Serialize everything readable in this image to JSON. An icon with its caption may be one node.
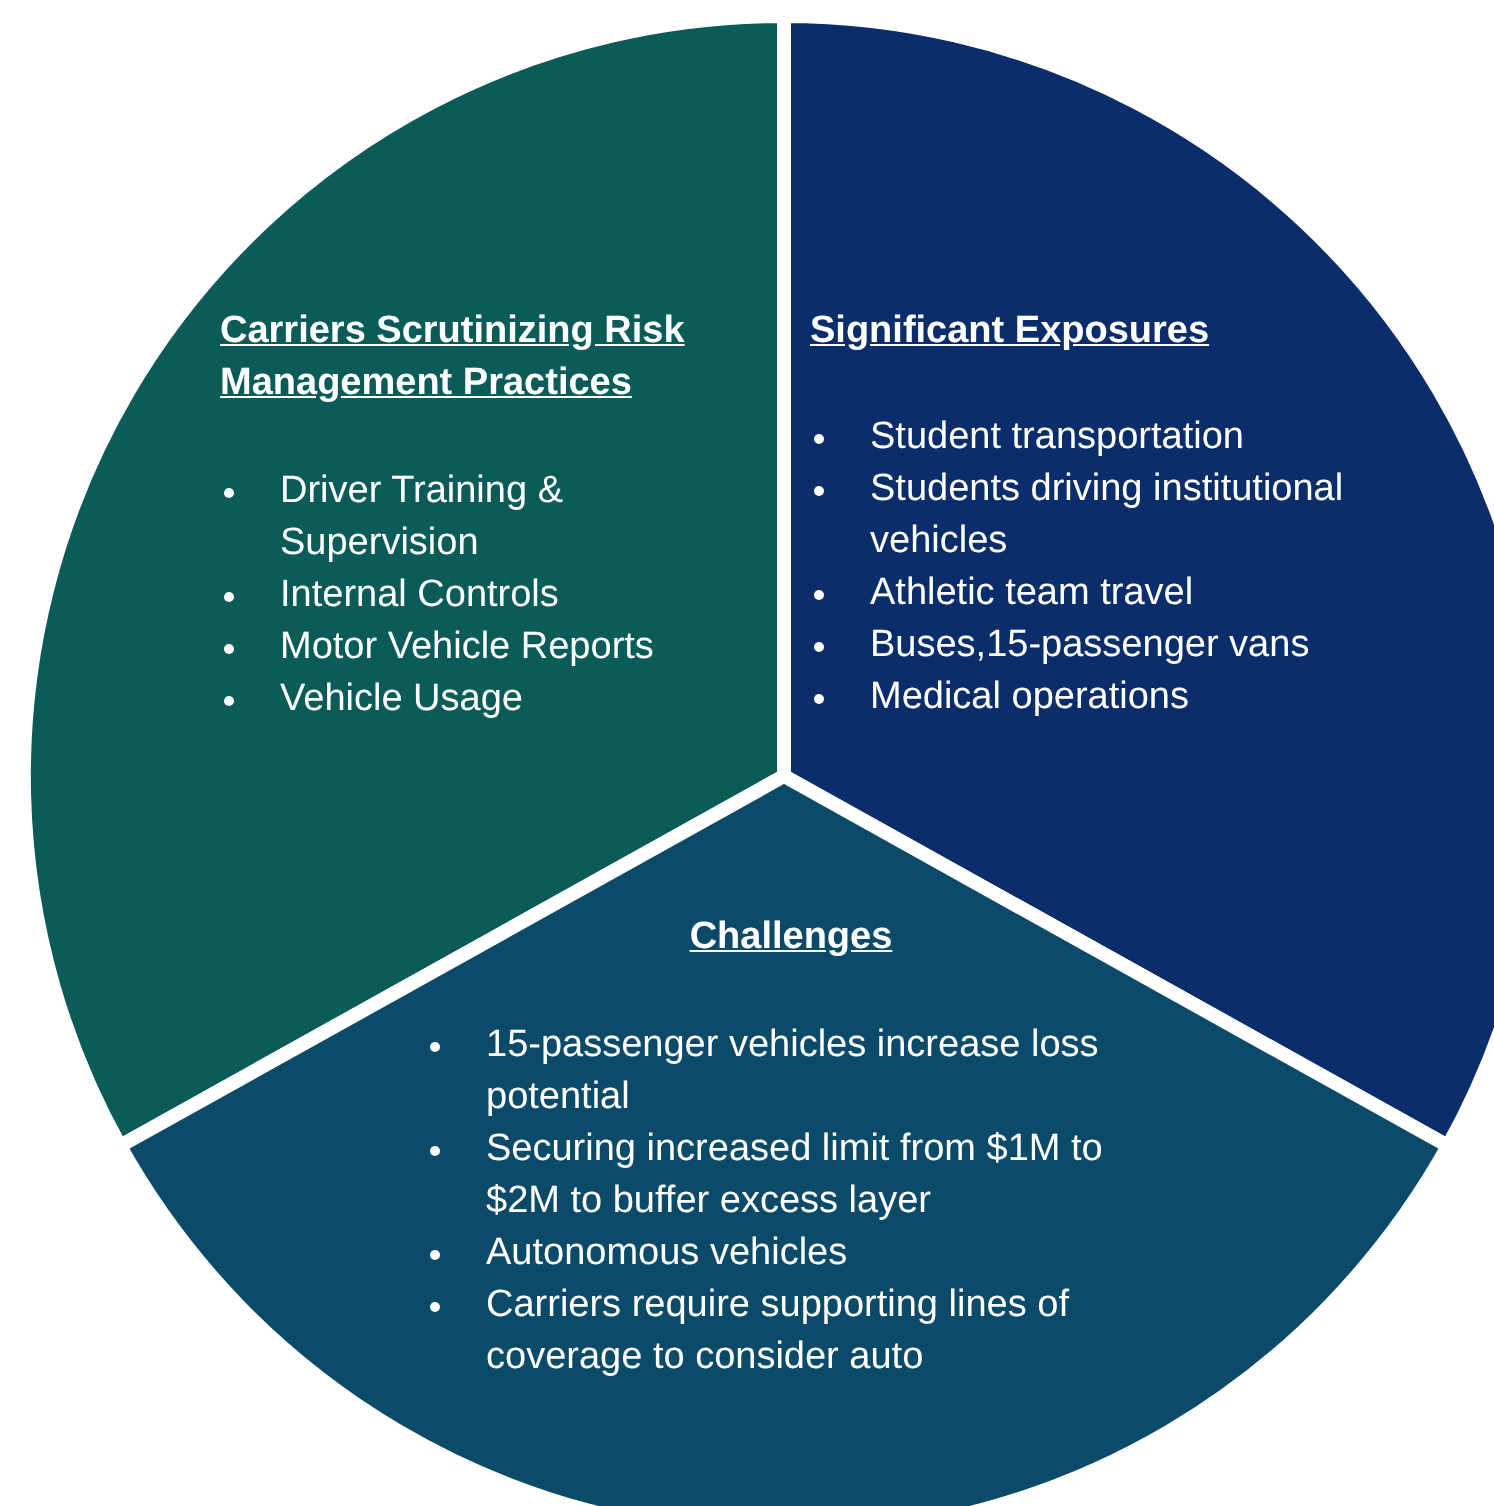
{
  "diagram": {
    "nodes": [
      {
        "text": [
          "Carriers Scrutinizing Risk Management Practices",
          "Driver Training & Supervision",
          "Internal Controls",
          "Motor Vehicle Reports",
          "Vehicle Usage"
        ]
      },
      {
        "text": [
          "Significant Exposures",
          "Student transportation",
          "Students driving institutional vehicles",
          "Athletic team travel",
          "Buses,15-passenger vans",
          "Medical operations"
        ]
      },
      {
        "text": [
          "Challenges",
          "15-passenger vehicles increase loss potential",
          "Securing increased limit from $1M to $2M to buffer excess layer",
          "Autonomous vehicles",
          "Carriers require supporting lines of coverage to consider auto"
        ]
      }
    ]
  }
}
